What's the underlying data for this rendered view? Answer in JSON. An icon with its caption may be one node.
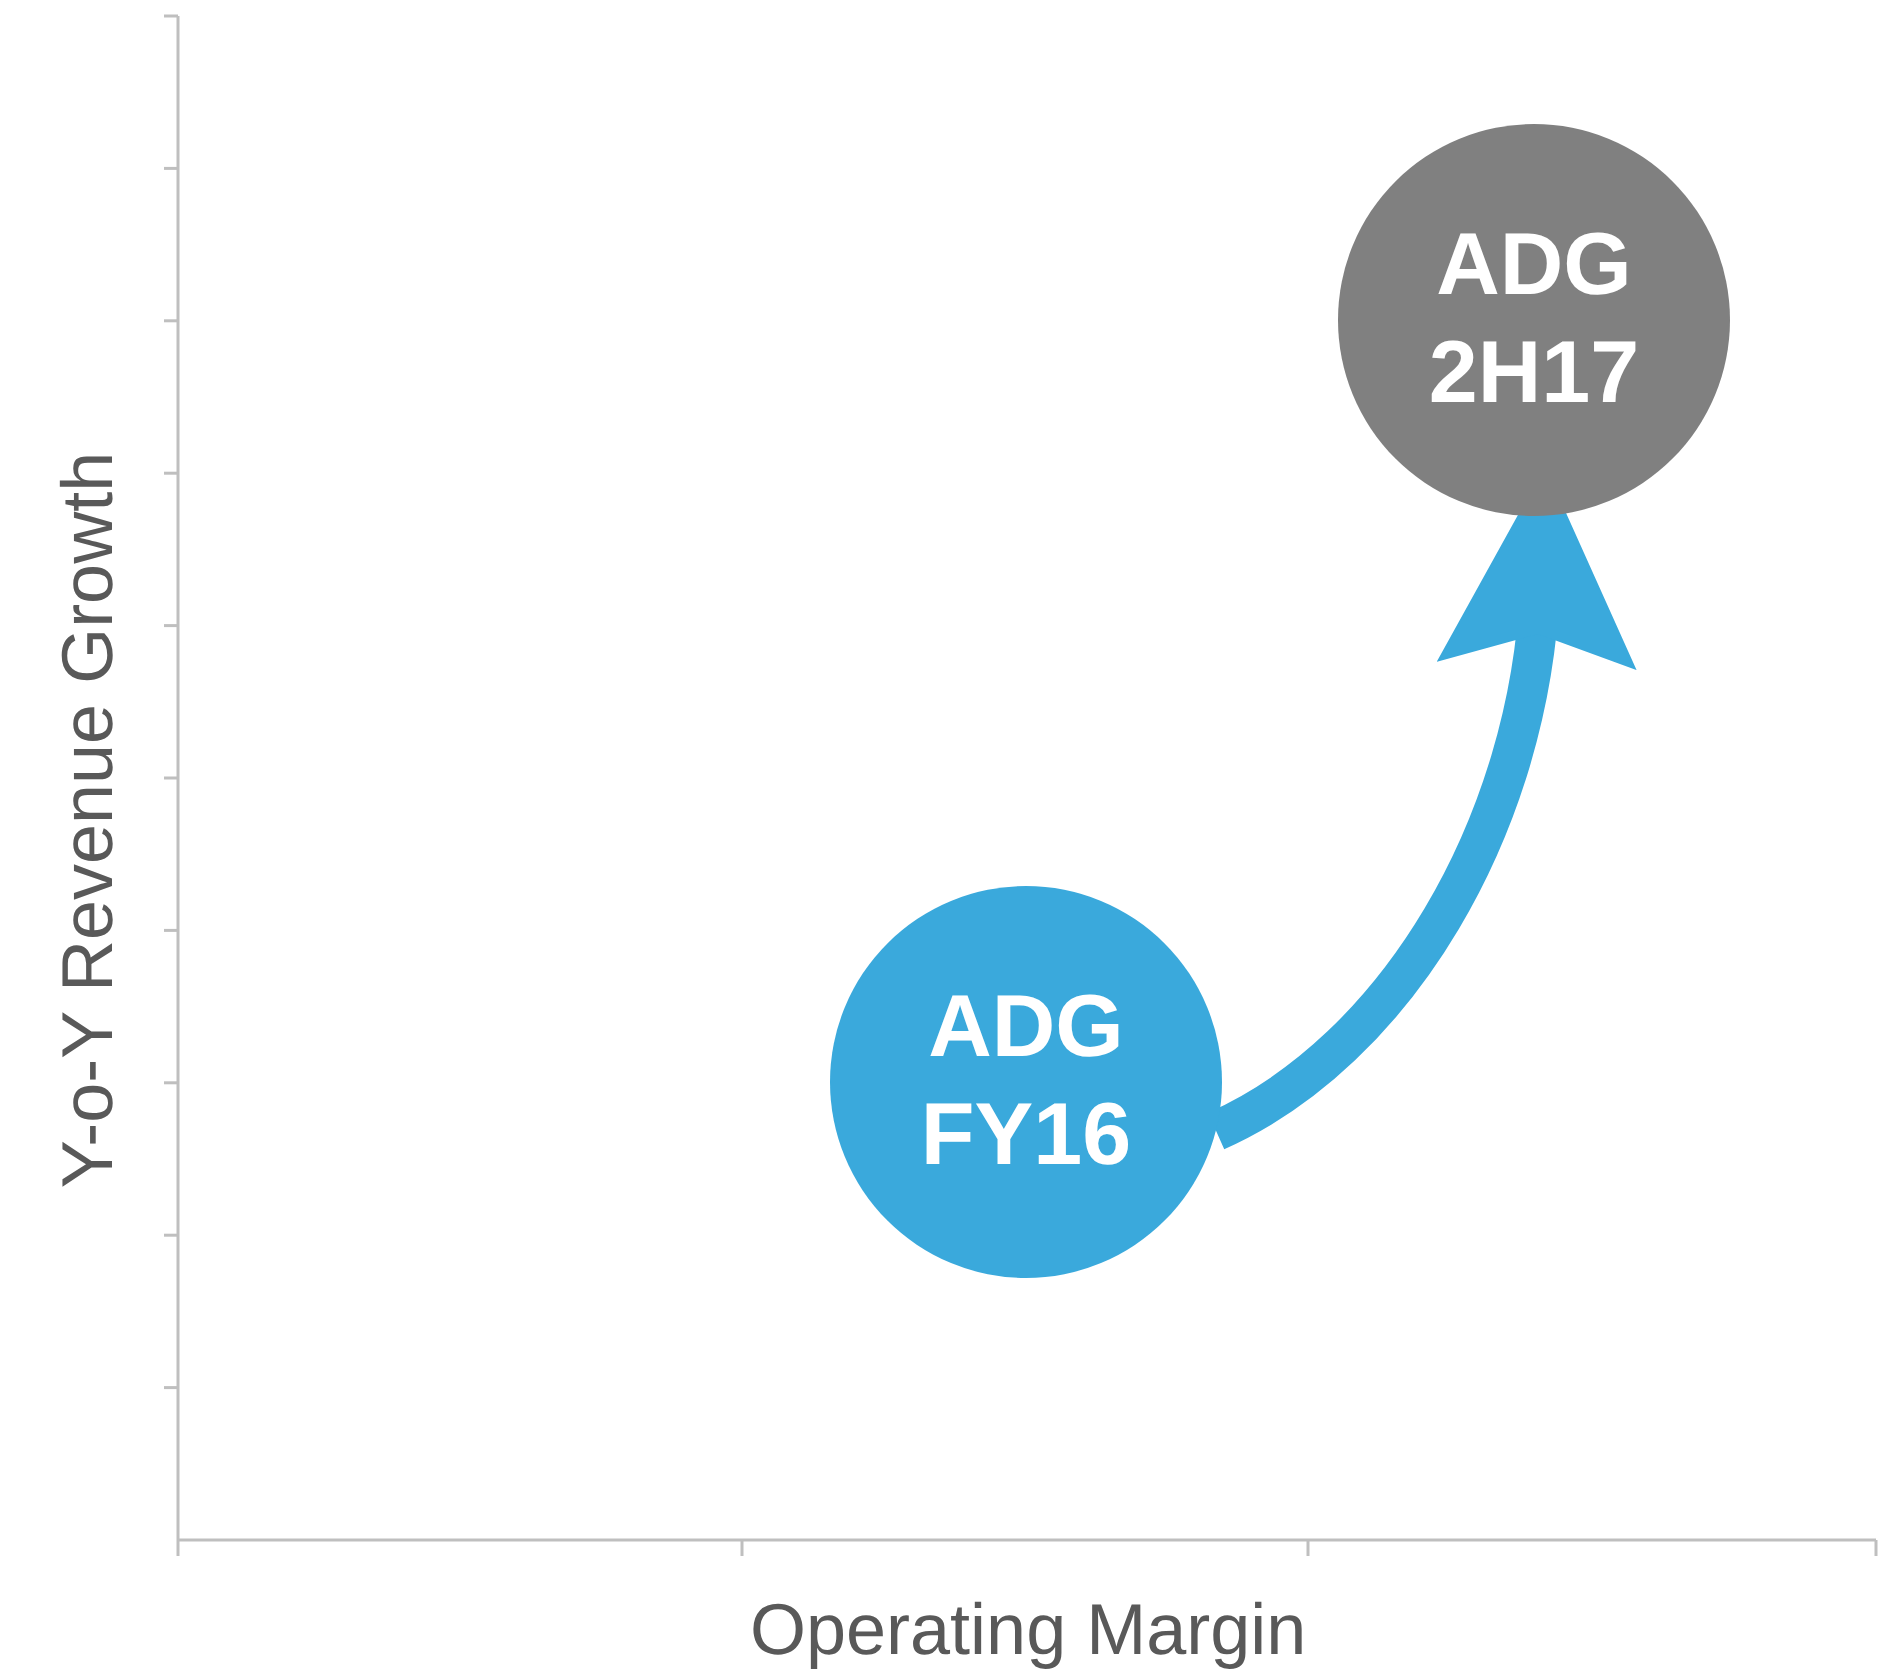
{
  "diagram": {
    "nodes": [
      {
        "text": [
          "ADG FY16"
        ]
      },
      {
        "text": [
          "ADG 2H17"
        ]
      }
    ],
    "edges": [
      {
        "from": 0,
        "to": 1,
        "arrow": "to"
      }
    ],
    "labels": [
      "Y-o-Y Revenue Growth",
      "Operating Margin"
    ]
  }
}
